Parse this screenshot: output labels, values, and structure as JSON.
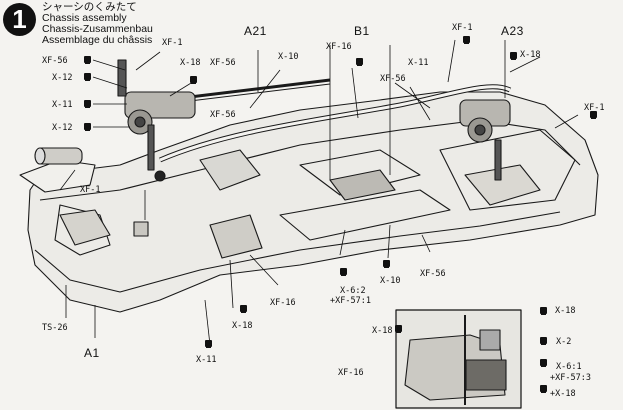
{
  "step": {
    "number": "1"
  },
  "title": {
    "jp": "シャーシのくみたて",
    "en": "Chassis assembly",
    "de": "Chassis-Zusammenbau",
    "fr_prefix": "Assemblage ",
    "fr_suffix": "du châssis"
  },
  "callouts": {
    "a21": "A21",
    "b1": "B1",
    "a23": "A23",
    "a1": "A1",
    "xf1_top_left": "XF-1",
    "xf56_left": "XF-56",
    "x12_left_a": "X-12",
    "x11_left": "X-11",
    "x12_left_b": "X-12",
    "x18_top": "X-18",
    "xf56_top": "XF-56",
    "x10_top": "X-10",
    "xf16_top": "XF-16",
    "xf56_mid": "XF-56",
    "x11_top_right": "X-11",
    "xf1_top_right": "XF-1",
    "xf56_right": "XF-56",
    "x18_top_right": "X-18",
    "xf1_right": "XF-1",
    "xf1_left_mid": "XF-1",
    "x6_2": "X-6:2",
    "xf57_1": "+XF-57:1",
    "x10_bottom": "X-10",
    "xf56_bottom": "XF-56",
    "xf16_bottom": "XF-16",
    "x18_bottom_left": "X-18",
    "ts26": "TS-26",
    "x11_bottom": "X-11"
  },
  "inset_callouts": {
    "x18_a": "X-18",
    "x18_b": "X-18",
    "x2": "X-2",
    "x6_1": "X-6:1",
    "xf57_3": "+XF-57:3",
    "x18_c": "+X-18",
    "xf16": "XF-16"
  }
}
